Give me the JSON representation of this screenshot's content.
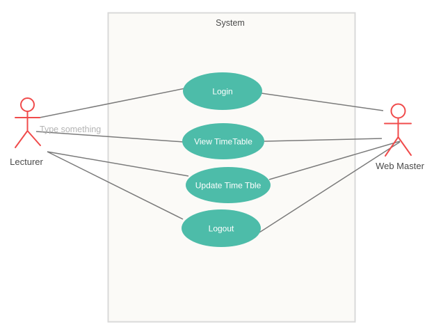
{
  "diagram": {
    "boundary": {
      "title": "System"
    },
    "actors": [
      {
        "id": "lecturer",
        "label": "Lecturer"
      },
      {
        "id": "web-master",
        "label": "Web Master"
      }
    ],
    "use_cases": [
      {
        "id": "login",
        "label": "Login"
      },
      {
        "id": "view-timetable",
        "label": "View TimeTable"
      },
      {
        "id": "update-time-tble",
        "label": "Update Time Tble"
      },
      {
        "id": "logout",
        "label": "Logout"
      }
    ],
    "placeholder_text": "Type something",
    "connections": [
      {
        "from": "Lecturer",
        "to": "Login"
      },
      {
        "from": "Lecturer",
        "to": "View TimeTable"
      },
      {
        "from": "Lecturer",
        "to": "Update Time Tble"
      },
      {
        "from": "Lecturer",
        "to": "Logout"
      },
      {
        "from": "Web Master",
        "to": "Login"
      },
      {
        "from": "Web Master",
        "to": "View TimeTable"
      },
      {
        "from": "Web Master",
        "to": "Update Time Tble"
      },
      {
        "from": "Web Master",
        "to": "Logout"
      }
    ],
    "colors": {
      "usecase_fill": "#4DBCA9",
      "usecase_text": "#ffffff",
      "actor_stroke": "#F04B4B",
      "connector": "#7A7A7A",
      "boundary_fill": "#FBFAF7",
      "boundary_border": "#D9D9D9",
      "label_text": "#4A4A4A",
      "placeholder_text_color": "#B3B3B3"
    }
  }
}
